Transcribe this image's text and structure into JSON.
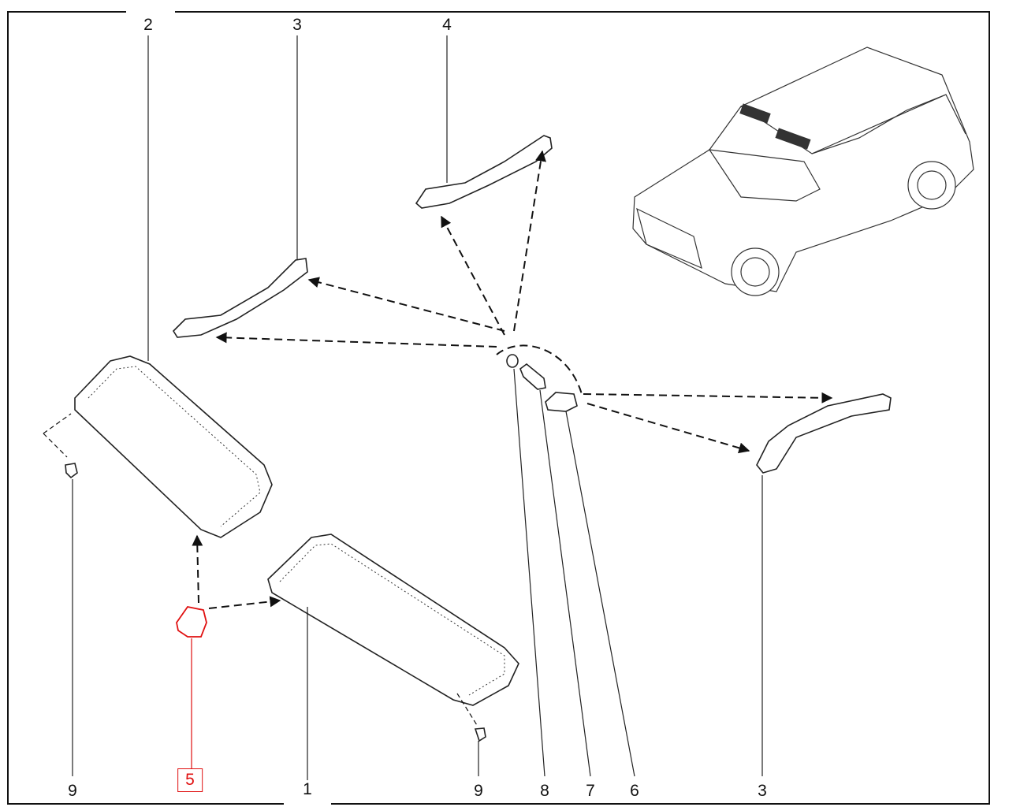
{
  "diagram": {
    "callouts_top": [
      {
        "id": "2",
        "label": "2"
      },
      {
        "id": "3a",
        "label": "3"
      },
      {
        "id": "4",
        "label": "4"
      }
    ],
    "callouts_bottom": [
      {
        "id": "9a",
        "label": "9"
      },
      {
        "id": "5",
        "label": "5",
        "highlighted": true
      },
      {
        "id": "1",
        "label": "1"
      },
      {
        "id": "9b",
        "label": "9"
      },
      {
        "id": "8",
        "label": "8"
      },
      {
        "id": "7",
        "label": "7"
      },
      {
        "id": "6",
        "label": "6"
      },
      {
        "id": "3b",
        "label": "3"
      }
    ],
    "highlight_color": "#e01010"
  }
}
